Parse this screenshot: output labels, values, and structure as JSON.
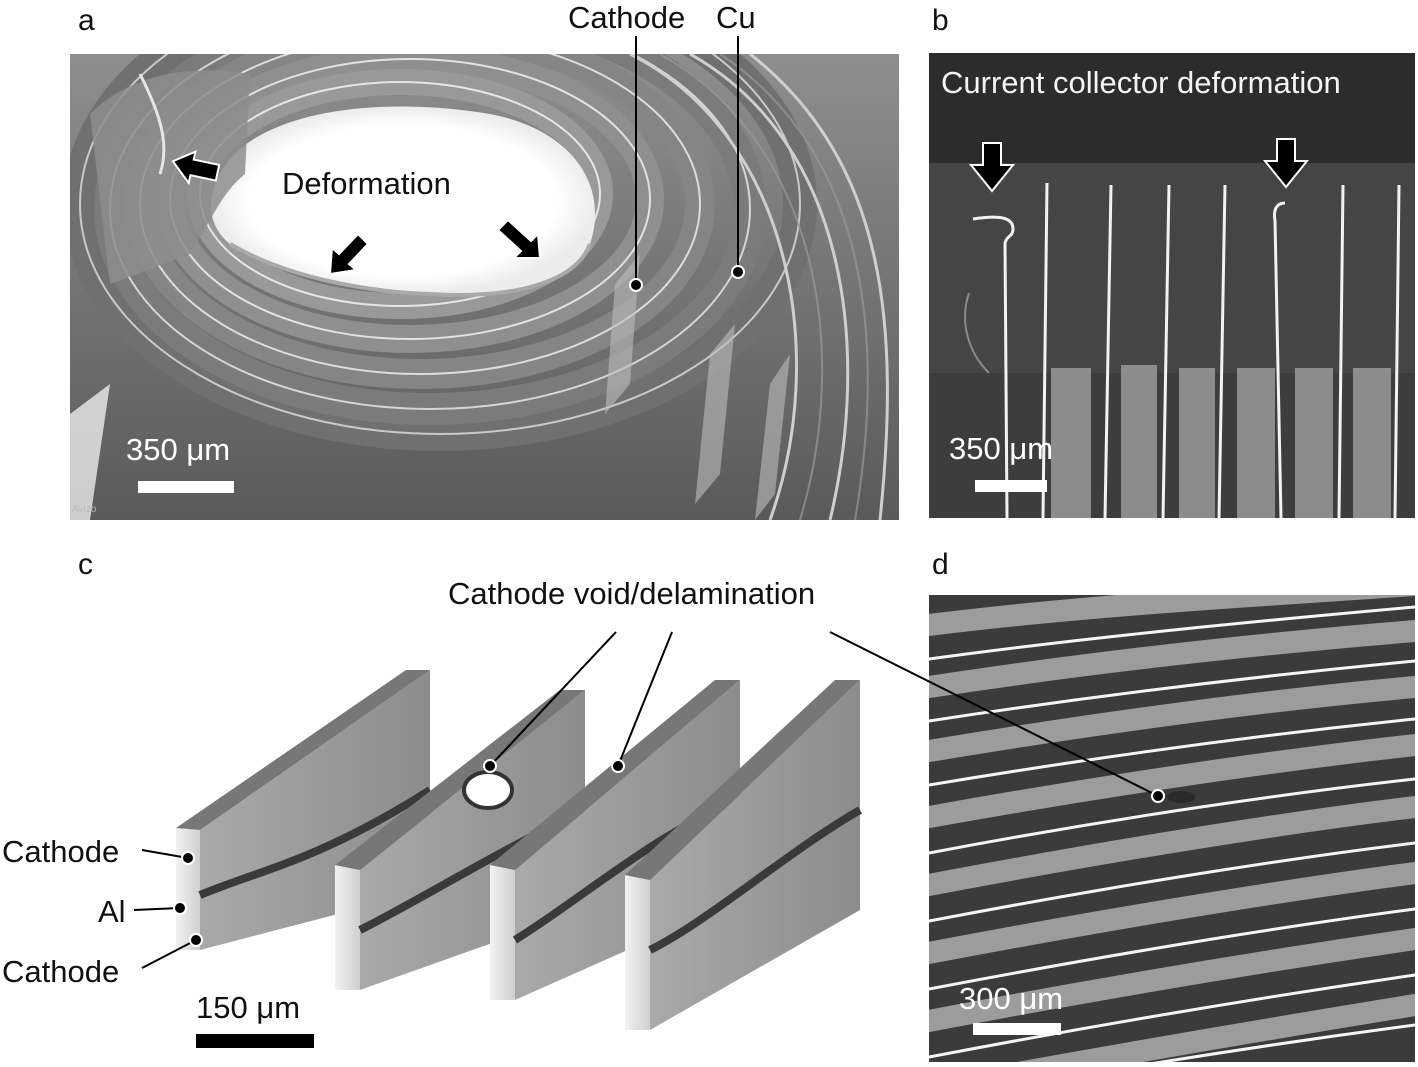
{
  "panels": {
    "a": {
      "letter": "a",
      "labels": {
        "cathode": "Cathode",
        "cu": "Cu",
        "deformation": "Deformation"
      },
      "scale_bar": "350 μm",
      "watermark": "Avizo"
    },
    "b": {
      "letter": "b",
      "title": "Current collector deformation",
      "scale_bar": "350 μm"
    },
    "c": {
      "letter": "c",
      "labels": {
        "cathode_top": "Cathode",
        "al": "Al",
        "cathode_bottom": "Cathode",
        "void": "Cathode void/delamination"
      },
      "scale_bar": "150 μm"
    },
    "d": {
      "letter": "d",
      "scale_bar": "300 μm"
    }
  }
}
